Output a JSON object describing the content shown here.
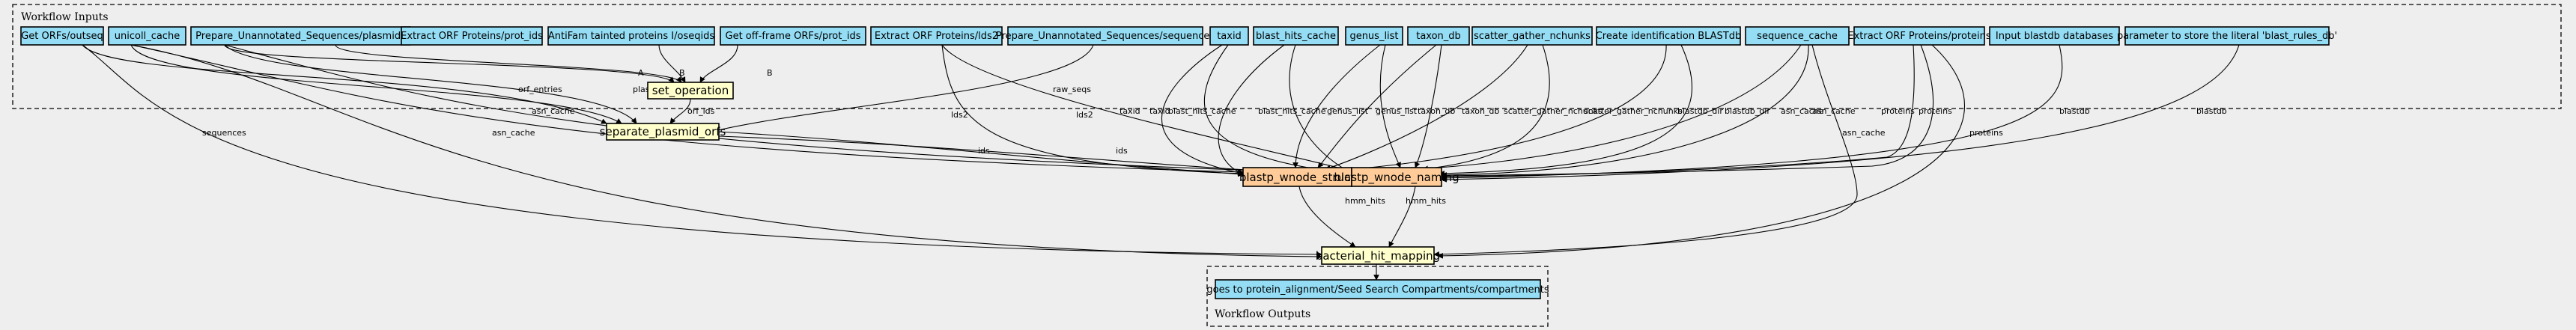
{
  "clusters": {
    "inputs_label": "Workflow Inputs",
    "outputs_label": "Workflow Outputs"
  },
  "inputs": [
    {
      "id": "get_orfs_outseq",
      "label": "Get ORFs/outseq"
    },
    {
      "id": "unicoll_cache",
      "label": "unicoll_cache"
    },
    {
      "id": "prep_plasmids",
      "label": "Prepare_Unannotated_Sequences/plasmids"
    },
    {
      "id": "extract_prot_ids",
      "label": "Extract ORF Proteins/prot_ids"
    },
    {
      "id": "antifam",
      "label": "AntiFam tainted proteins I/oseqids"
    },
    {
      "id": "get_offframe",
      "label": "Get off-frame ORFs/prot_ids"
    },
    {
      "id": "extract_lds2",
      "label": "Extract ORF Proteins/lds2"
    },
    {
      "id": "prep_sequences",
      "label": "Prepare_Unannotated_Sequences/sequences"
    },
    {
      "id": "taxid",
      "label": "taxid"
    },
    {
      "id": "blast_hits_cache",
      "label": "blast_hits_cache"
    },
    {
      "id": "genus_list",
      "label": "genus_list"
    },
    {
      "id": "taxon_db",
      "label": "taxon_db"
    },
    {
      "id": "scatter_gather",
      "label": "scatter_gather_nchunks"
    },
    {
      "id": "create_blastdb",
      "label": "Create identification BLASTdb"
    },
    {
      "id": "sequence_cache",
      "label": "sequence_cache"
    },
    {
      "id": "extract_proteins",
      "label": "Extract ORF Proteins/proteins"
    },
    {
      "id": "input_blastdb",
      "label": "Input blastdb databases"
    },
    {
      "id": "blast_rules",
      "label": "parameter to store the literal 'blast_rules_db'"
    }
  ],
  "steps": {
    "set_operation": "set_operation",
    "separate_plasmid_orfs": "separate_plasmid_orfs",
    "blastp_wnode_struct": "blastp_wnode_struct",
    "blastp_wnode_naming": "blastp_wnode_naming",
    "bacterial_hit_mapping": "bacterial_hit_mapping"
  },
  "outputs": [
    {
      "id": "goes_to",
      "label": "goes to protein_alignment/Seed Search Compartments/compartments"
    }
  ],
  "edge_labels": {
    "A": "A",
    "B": "B",
    "orf_ids": "orf_ids",
    "orf_entries": "orf_entries",
    "asn_cache": "asn_cache",
    "plasmids": "plasmids",
    "sequences": "sequences",
    "raw_seqs": "raw_seqs",
    "lds2": "lds2",
    "ids": "ids",
    "taxid": "taxid",
    "blast_hits_cache": "blast_hits_cache",
    "genus_list": "genus_list",
    "taxon_db": "taxon_db",
    "scatter_gather_nchunks": "scatter_gather_nchunks",
    "blastdb_dir": "blastdb_dir",
    "proteins": "proteins",
    "blastdb": "blastdb",
    "hmm_hits": "hmm_hits"
  }
}
